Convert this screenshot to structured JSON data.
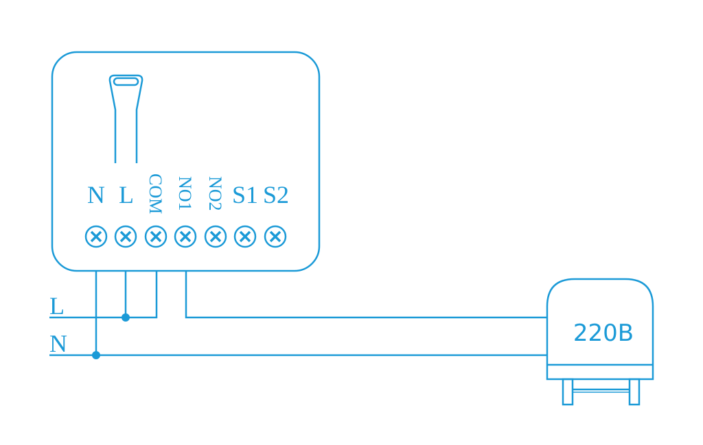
{
  "colors": {
    "line": "#1b9ad7",
    "background": "#ffffff"
  },
  "relay": {
    "terminals": [
      {
        "label": "N",
        "orientation": "horizontal"
      },
      {
        "label": "L",
        "orientation": "horizontal"
      },
      {
        "label": "COM",
        "orientation": "vertical"
      },
      {
        "label": "NO1",
        "orientation": "vertical"
      },
      {
        "label": "NO2",
        "orientation": "vertical"
      },
      {
        "label": "S1",
        "orientation": "horizontal"
      },
      {
        "label": "S2",
        "orientation": "horizontal"
      }
    ]
  },
  "lines": {
    "live": "L",
    "neutral": "N"
  },
  "load": {
    "label": "220B"
  }
}
